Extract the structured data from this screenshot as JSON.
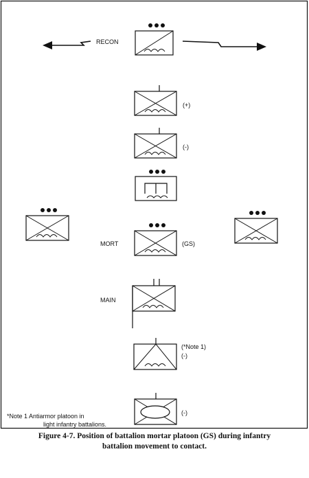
{
  "diagram": {
    "recon_label": "RECON",
    "plus_label": "(+)",
    "minus_label": "(-)",
    "mort_label": "MORT",
    "gs_label": "(GS)",
    "main_label": "MAIN",
    "note_ref_label": "(*Note 1)",
    "note_ref_minus": "(-)",
    "bottom_minus": "(-)",
    "footnote_line1": "*Note 1   Antiarmor platoon in",
    "footnote_line2": "light infantry battalions."
  },
  "caption": {
    "line1": "Figure 4-7.   Position of battalion mortar platoon (GS) during infantry",
    "line2": "battalion movement to contact."
  }
}
